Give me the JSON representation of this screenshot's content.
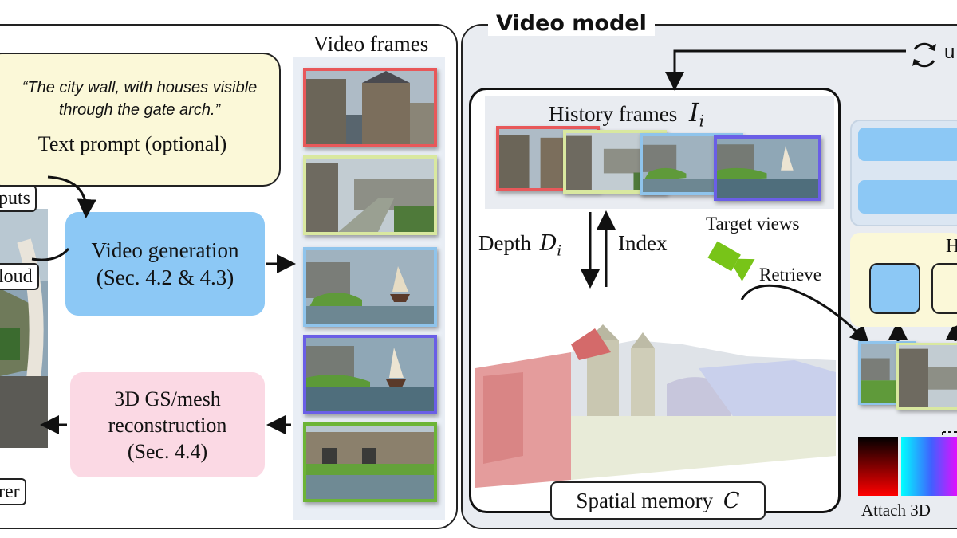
{
  "left_panel": {
    "prompt_text": "“The city wall, with houses visible through the gate arch.”",
    "prompt_label": "Text prompt (optional)",
    "inputs_tag": "puts",
    "cloud_tag": "loud",
    "video_generation": {
      "line1": "Video generation",
      "line2": "(Sec. 4.2 & 4.3)"
    },
    "reconstruction": {
      "line1": "3D GS/mesh",
      "line2": "reconstruction",
      "line3": "(Sec. 4.4)"
    },
    "render_tag": "rer",
    "video_frames_title": "Video frames",
    "frame_colors": [
      "#e8585a",
      "#d9e8a0",
      "#8fc4ec",
      "#6a5ee6",
      "#6cb436"
    ]
  },
  "right_panel": {
    "title": "Video model",
    "update_label": "u",
    "history_label": "History frames",
    "history_symbol": "I",
    "history_sub": "i",
    "depth_label": "Depth",
    "depth_symbol": "D",
    "depth_sub": "i",
    "index_label": "Index",
    "target_views_label": "Target views",
    "retrieve_label": "Retrieve",
    "spatial_memory_label": "Spatial memory",
    "spatial_memory_symbol": "C",
    "attach_label": "Attach 3D",
    "right_letter": "H",
    "colors": {
      "blue_box": "#8cc8f5",
      "yellow_box": "#fbf8d8",
      "pink_box": "#fbd9e4",
      "camera": "#78c418"
    }
  }
}
